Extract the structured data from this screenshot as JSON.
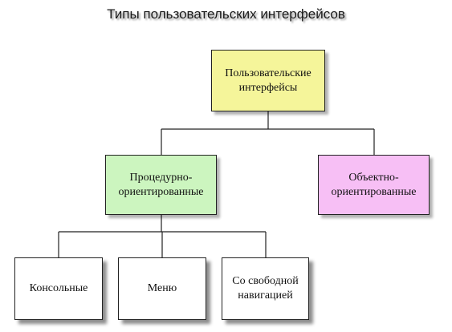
{
  "title": "Типы пользовательских интерфейсов",
  "nodes": {
    "root": {
      "label": "Пользовательские\nинтерфейсы",
      "color": "#f5f59a"
    },
    "procedural": {
      "label": "Процедурно-\nориентированные",
      "color": "#ccf5bf"
    },
    "object": {
      "label": "Объектно-\nориентированные",
      "color": "#f7bff5"
    },
    "console": {
      "label": "Консольные",
      "color": "#ffffff"
    },
    "menu": {
      "label": "Меню",
      "color": "#ffffff"
    },
    "free_navigation": {
      "label": "Со свободной\nнавигацией",
      "color": "#ffffff"
    }
  }
}
